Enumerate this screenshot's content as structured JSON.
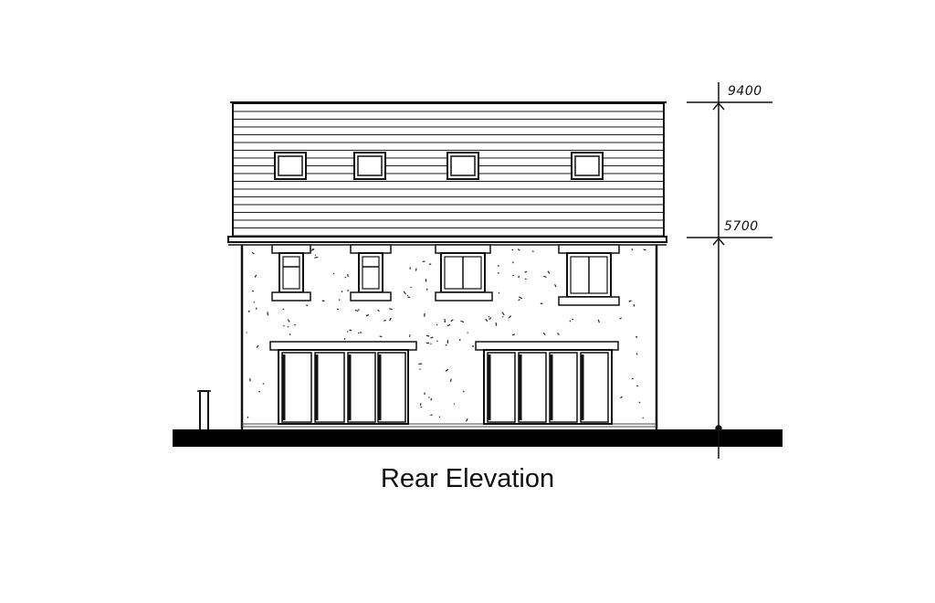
{
  "title": "Rear Elevation",
  "dimensions": {
    "ridge_height": "9400",
    "eaves_height": "5700"
  },
  "drawing": {
    "roof_windows_count": 4,
    "first_floor_windows_count": 4,
    "ground_floor_doors": [
      {
        "panels": 4
      },
      {
        "panels": 4
      }
    ],
    "colors": {
      "line": "#111111",
      "background": "#ffffff",
      "ground": "#000000"
    }
  }
}
